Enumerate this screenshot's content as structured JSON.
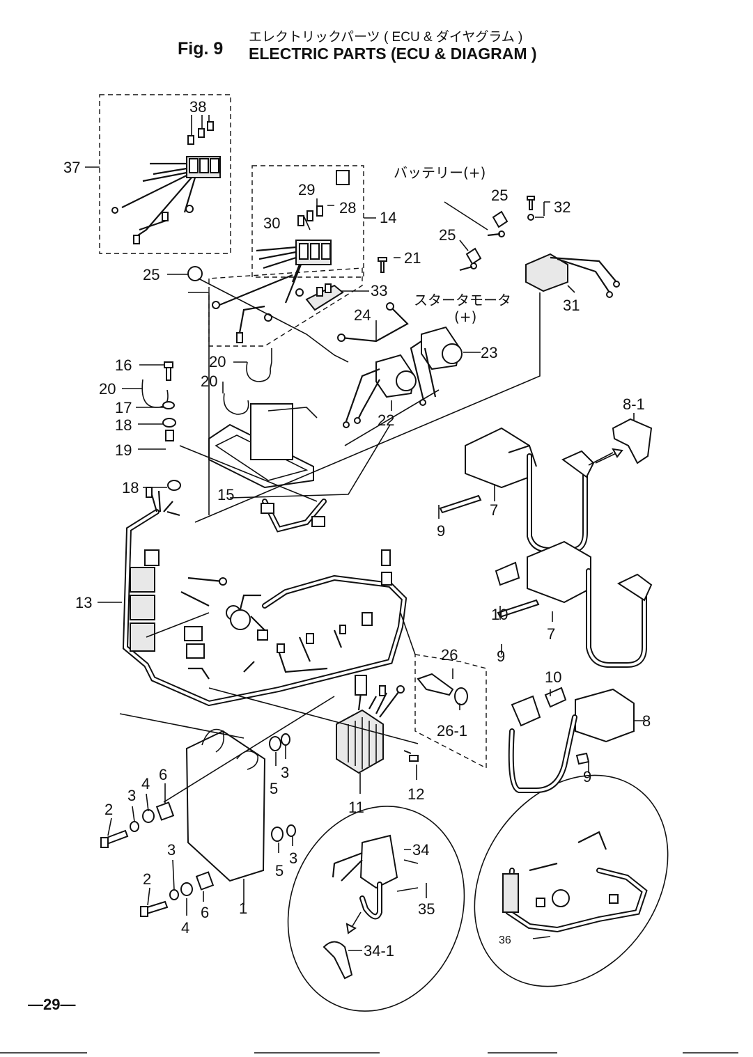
{
  "header": {
    "fig_label": "Fig. 9",
    "title_jp": "エレクトリックパーツ ( ECU & ダイヤグラム )",
    "title_en": "ELECTRIC PARTS (ECU & DIAGRAM )"
  },
  "footer": {
    "page_number": "—29—"
  },
  "annotations": {
    "battery_plus": "バッテリー(+)",
    "starter_motor": "スタータモータ",
    "starter_motor_plus": "(+)"
  },
  "callouts": [
    "37",
    "38",
    "29",
    "28",
    "30",
    "14",
    "21",
    "25",
    "25",
    "25",
    "32",
    "33",
    "31",
    "24",
    "23",
    "16",
    "20",
    "20",
    "20",
    "17",
    "18",
    "19",
    "22",
    "15",
    "18",
    "8-1",
    "7",
    "9",
    "13",
    "10",
    "7",
    "9",
    "26",
    "10",
    "8",
    "26-1",
    "11",
    "12",
    "9",
    "6",
    "4",
    "3",
    "2",
    "3",
    "5",
    "5",
    "3",
    "3",
    "2",
    "4",
    "6",
    "1",
    "34",
    "35",
    "34-1",
    "36"
  ]
}
